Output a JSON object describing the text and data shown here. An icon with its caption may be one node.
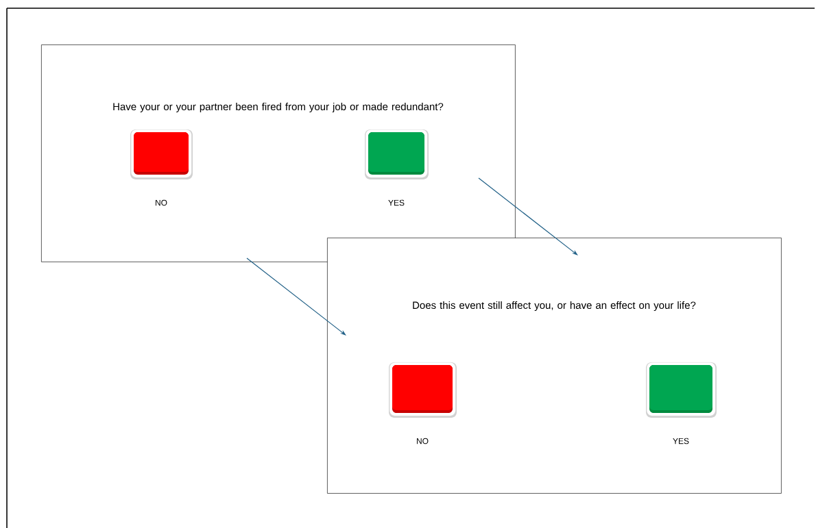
{
  "diagram": {
    "nodes": [
      {
        "text": [
          "Have your or your partner been fired from your job or made redundant?"
        ]
      },
      {
        "text": [],
        "shape": "box",
        "in": 0,
        "beside": [
          "NO"
        ]
      },
      {
        "text": [],
        "shape": "box",
        "in": 0,
        "beside": [
          "YES"
        ]
      },
      {
        "text": [
          "Does this event still affect you, or have an effect on your life?"
        ]
      },
      {
        "text": [],
        "shape": "box",
        "in": 3,
        "beside": [
          "NO"
        ]
      },
      {
        "text": [],
        "shape": "box",
        "in": 3,
        "beside": [
          "YES"
        ]
      }
    ],
    "edges": [
      {
        "from": 0,
        "to": 3,
        "arrow": "to"
      },
      {
        "from": 0,
        "to": 3,
        "arrow": "to"
      }
    ]
  }
}
